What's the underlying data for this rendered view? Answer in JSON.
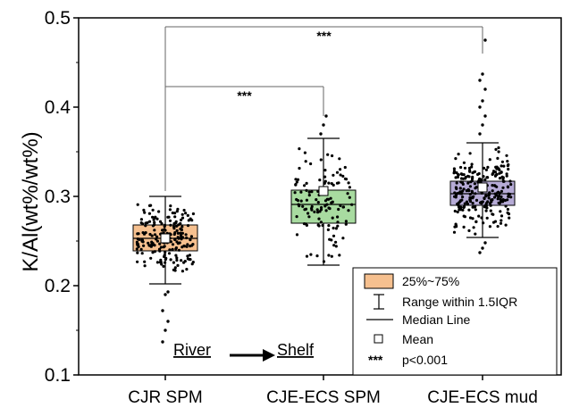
{
  "chart_data": {
    "type": "box",
    "ylabel": "K/Al(wt%/wt%)",
    "xlabel": "",
    "ylim": [
      0.1,
      0.5
    ],
    "yticks": [
      0.1,
      0.2,
      0.3,
      0.4,
      0.5
    ],
    "ytick_labels": [
      "0.1",
      "0.2",
      "0.3",
      "0.4",
      "0.5"
    ],
    "grid": false,
    "legend_position": "bottom-right",
    "categories": [
      "CJR SPM",
      "CJE-ECS SPM",
      "CJE-ECS mud"
    ],
    "boxes": [
      {
        "name": "CJR SPM",
        "color": "#f6c08f",
        "q1": 0.239,
        "median": 0.253,
        "q3": 0.268,
        "mean": 0.253,
        "whisker_low": 0.202,
        "whisker_high": 0.3,
        "n": 200,
        "spread": [
          0.215,
          0.292
        ]
      },
      {
        "name": "CJE-ECS SPM",
        "color": "#a8dba0",
        "q1": 0.27,
        "median": 0.291,
        "q3": 0.307,
        "mean": 0.306,
        "whisker_low": 0.223,
        "whisker_high": 0.365,
        "n": 120,
        "spread": [
          0.225,
          0.355
        ]
      },
      {
        "name": "CJE-ECS mud",
        "color": "#b6abd6",
        "q1": 0.29,
        "median": 0.303,
        "q3": 0.317,
        "mean": 0.31,
        "whisker_low": 0.254,
        "whisker_high": 0.36,
        "n": 260,
        "spread": [
          0.255,
          0.355
        ]
      }
    ],
    "outliers": [
      {
        "box": 0,
        "values": [
          0.137,
          0.15,
          0.16,
          0.172,
          0.19,
          0.193
        ]
      },
      {
        "box": 1,
        "values": [
          0.37,
          0.38,
          0.39
        ]
      },
      {
        "box": 2,
        "values": [
          0.237,
          0.242,
          0.248,
          0.37,
          0.38,
          0.39,
          0.4,
          0.407,
          0.42,
          0.43,
          0.437,
          0.475
        ]
      }
    ],
    "significance": [
      {
        "from": 0,
        "to": 1,
        "y": 0.423,
        "label": "***"
      },
      {
        "from": 0,
        "to": 2,
        "y": 0.49,
        "label": "***"
      }
    ],
    "annotation": {
      "left": "River",
      "right": "Shelf"
    },
    "legend": {
      "box_label": "25%~75%",
      "whisker_label": "Range within 1.5IQR",
      "median_label": "Median Line",
      "mean_label": "Mean",
      "sig_symbol": "***",
      "sig_label": "p<0.001"
    }
  }
}
